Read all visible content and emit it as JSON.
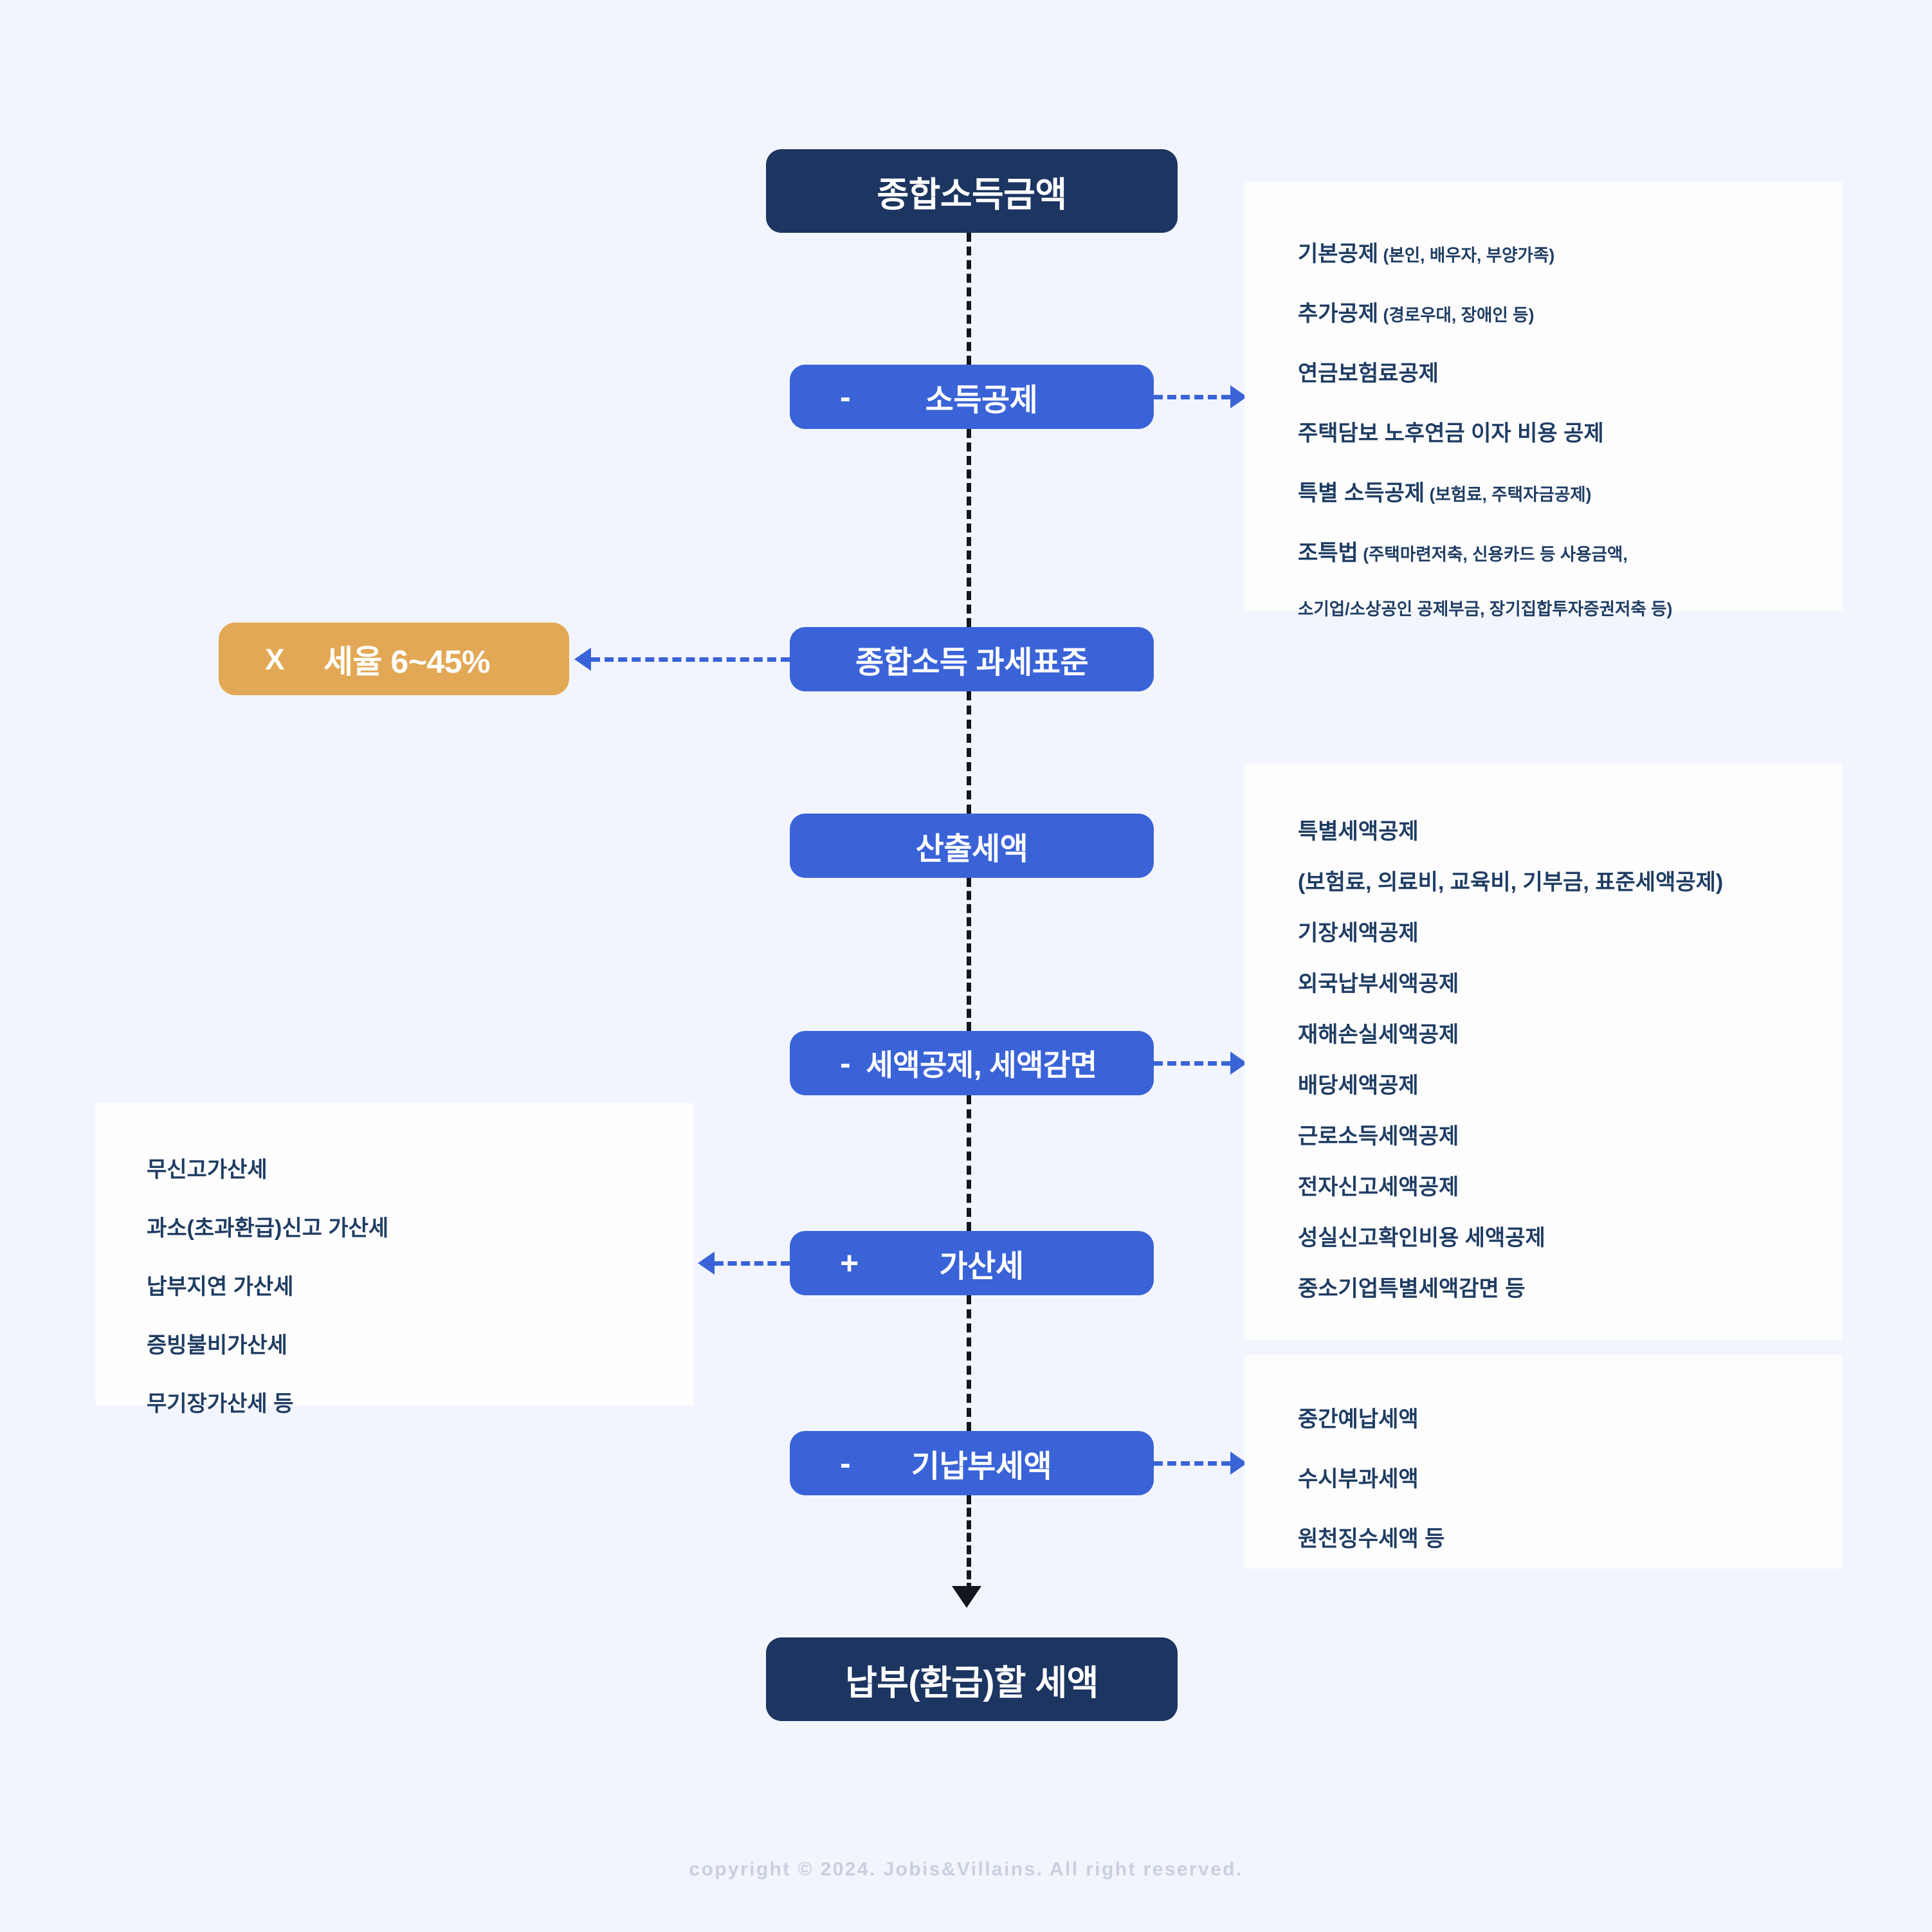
{
  "colors": {
    "background": "#f2f5fd",
    "node_dark": "#1c3561",
    "node_blue": "#3a63d8",
    "node_orange": "#e3a855",
    "panel_background": "#fdfdfe",
    "panel_text": "#1f3d63",
    "connector_blue": "#3a63d8",
    "connector_dark": "#12161e",
    "footer_text": "#c8cfdf"
  },
  "flow": {
    "total_income": {
      "label": "종합소득금액",
      "operator": ""
    },
    "income_deduction": {
      "label": "소득공제",
      "operator": "-"
    },
    "tax_base": {
      "label": "종합소득 과세표준",
      "operator": ""
    },
    "tax_rate": {
      "label": "세율 6~45%",
      "operator": "X"
    },
    "calculated_tax": {
      "label": "산출세액",
      "operator": ""
    },
    "tax_credit": {
      "label": "세액공제, 세액감면",
      "operator": "-"
    },
    "penalty_tax": {
      "label": "가산세",
      "operator": "+"
    },
    "prepaid_tax": {
      "label": "기납부세액",
      "operator": "-"
    },
    "final_tax": {
      "label": "납부(환급)할 세액",
      "operator": ""
    }
  },
  "panels": {
    "income_deduction": {
      "lines": [
        {
          "main": "기본공제",
          "note": " (본인, 배우자, 부양가족)"
        },
        {
          "main": "추가공제",
          "note": " (경로우대, 장애인 등)"
        },
        {
          "main": "연금보험료공제",
          "note": ""
        },
        {
          "main": "주택담보 노후연금 이자 비용 공제",
          "note": ""
        },
        {
          "main": "특별 소득공제",
          "note": " (보험료, 주택자금공제)"
        },
        {
          "main": "조특법",
          "note": " (주택마련저축, 신용카드 등 사용금액,"
        },
        {
          "main": "",
          "note": "소기업/소상공인 공제부금, 장기집합투자증권저축 등)"
        }
      ]
    },
    "tax_credit": {
      "lines": [
        {
          "main": "특별세액공제",
          "note": "",
          "small": false
        },
        {
          "main": "(보험료, 의료비, 교육비, 기부금, 표준세액공제)",
          "note": "",
          "small": true
        },
        {
          "main": "기장세액공제",
          "note": "",
          "small": false
        },
        {
          "main": "외국납부세액공제",
          "note": "",
          "small": false
        },
        {
          "main": "재해손실세액공제",
          "note": "",
          "small": false
        },
        {
          "main": "배당세액공제",
          "note": "",
          "small": false
        },
        {
          "main": "근로소득세액공제",
          "note": "",
          "small": false
        },
        {
          "main": "전자신고세액공제",
          "note": "",
          "small": false
        },
        {
          "main": "성실신고확인비용 세액공제",
          "note": "",
          "small": false
        },
        {
          "main": "중소기업특별세액감면 등",
          "note": "",
          "small": false
        }
      ]
    },
    "prepaid_tax": {
      "lines": [
        {
          "main": "중간예납세액",
          "note": ""
        },
        {
          "main": "수시부과세액",
          "note": ""
        },
        {
          "main": "원천징수세액 등",
          "note": ""
        }
      ]
    },
    "penalty_tax": {
      "lines": [
        {
          "main": "무신고가산세",
          "note": ""
        },
        {
          "main": "과소(초과환급)신고 가산세",
          "note": ""
        },
        {
          "main": "납부지연 가산세",
          "note": ""
        },
        {
          "main": "증빙불비가산세",
          "note": ""
        },
        {
          "main": "무기장가산세 등",
          "note": ""
        }
      ]
    }
  },
  "footer": {
    "copyright": "copyright © 2024. Jobis&Villains. All right reserved."
  }
}
